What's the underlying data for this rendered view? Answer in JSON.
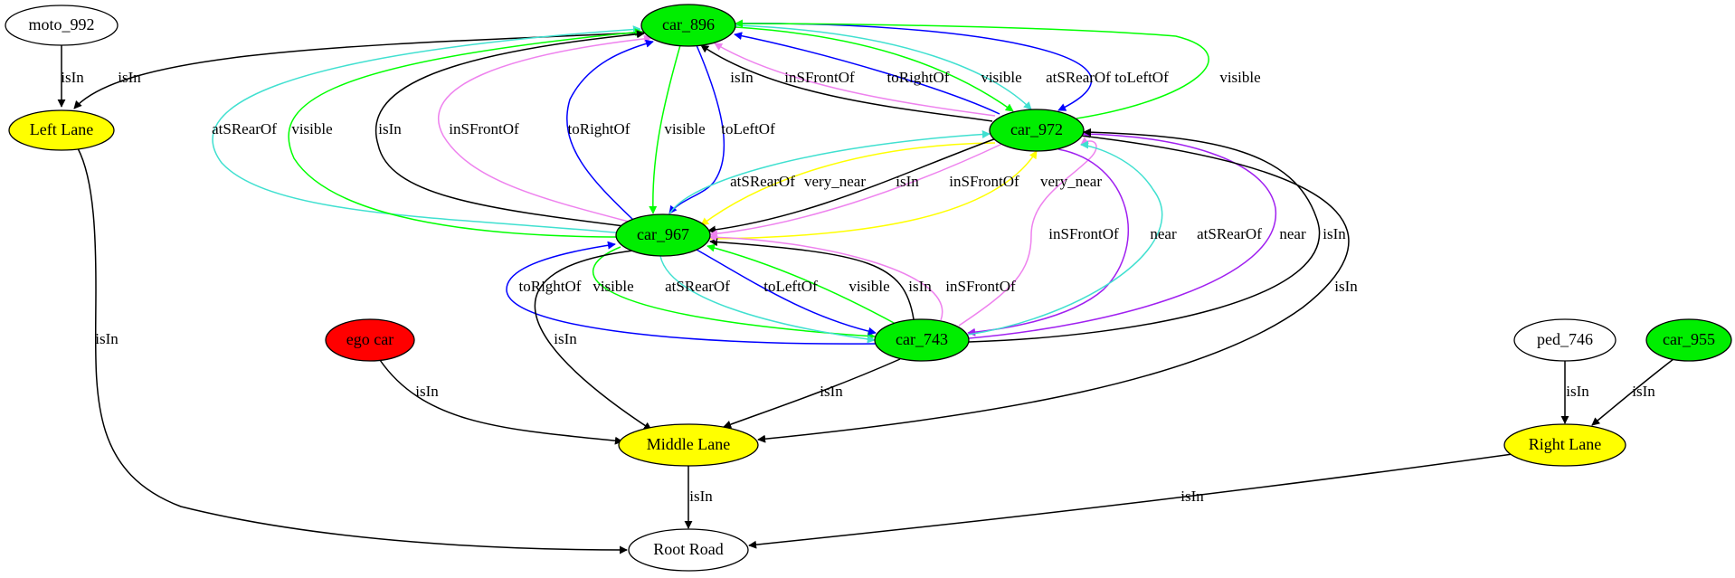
{
  "colors": {
    "green": "#00ee00",
    "yellow": "#ffff00",
    "red": "#ff0000",
    "white": "#ffffff",
    "black": "#000000",
    "turquoise": "#40e0d0",
    "violet": "#ee82ee",
    "blue": "#0000ff",
    "purple": "#a020f0",
    "lime": "#00ff00"
  },
  "nodes": [
    {
      "id": "moto_992",
      "label": "moto_992",
      "fill": "white"
    },
    {
      "id": "left_lane",
      "label": "Left Lane",
      "fill": "yellow"
    },
    {
      "id": "car_896",
      "label": "car_896",
      "fill": "green"
    },
    {
      "id": "car_972",
      "label": "car_972",
      "fill": "green"
    },
    {
      "id": "car_967",
      "label": "car_967",
      "fill": "green"
    },
    {
      "id": "car_743",
      "label": "car_743",
      "fill": "green"
    },
    {
      "id": "ego_car",
      "label": "ego car",
      "fill": "red"
    },
    {
      "id": "middle_lane",
      "label": "Middle Lane",
      "fill": "yellow"
    },
    {
      "id": "ped_746",
      "label": "ped_746",
      "fill": "white"
    },
    {
      "id": "car_955",
      "label": "car_955",
      "fill": "green"
    },
    {
      "id": "right_lane",
      "label": "Right Lane",
      "fill": "yellow"
    },
    {
      "id": "root_road",
      "label": "Root Road",
      "fill": "white"
    }
  ],
  "edges": [
    {
      "id": "e1",
      "from": "moto_992",
      "to": "left_lane",
      "label": "isIn",
      "color": "black"
    },
    {
      "id": "e2",
      "from": "car_896",
      "to": "left_lane",
      "label": "isIn",
      "color": "black"
    },
    {
      "id": "e3",
      "from": "left_lane",
      "to": "root_road",
      "label": "isIn",
      "color": "black"
    },
    {
      "id": "e4",
      "from": "car_967",
      "to": "car_896",
      "label": "atSRearOf",
      "color": "turquoise"
    },
    {
      "id": "e5",
      "from": "car_967",
      "to": "car_896",
      "label": "visible",
      "color": "lime"
    },
    {
      "id": "e6",
      "from": "car_967",
      "to": "car_896",
      "label": "isIn",
      "color": "black"
    },
    {
      "id": "e7",
      "from": "car_967",
      "to": "car_896",
      "label": "inSFrontOf",
      "color": "violet"
    },
    {
      "id": "e8",
      "from": "car_967",
      "to": "car_896",
      "label": "toRightOf",
      "color": "blue"
    },
    {
      "id": "e9",
      "from": "car_896",
      "to": "car_967",
      "label": "visible",
      "color": "lime"
    },
    {
      "id": "e10",
      "from": "car_896",
      "to": "car_967",
      "label": "toLeftOf",
      "color": "blue"
    },
    {
      "id": "e11",
      "from": "car_972",
      "to": "car_896",
      "label": "isIn",
      "color": "black"
    },
    {
      "id": "e12",
      "from": "car_972",
      "to": "car_896",
      "label": "inSFrontOf",
      "color": "violet"
    },
    {
      "id": "e13",
      "from": "car_972",
      "to": "car_896",
      "label": "toRightOf",
      "color": "blue"
    },
    {
      "id": "e14",
      "from": "car_896",
      "to": "car_972",
      "label": "visible",
      "color": "lime"
    },
    {
      "id": "e15",
      "from": "car_896",
      "to": "car_972",
      "label": "atSRearOf",
      "color": "turquoise"
    },
    {
      "id": "e16",
      "from": "car_896",
      "to": "car_972",
      "label": "toLeftOf",
      "color": "blue"
    },
    {
      "id": "e17",
      "from": "car_972",
      "to": "car_896",
      "label": "visible",
      "color": "lime"
    },
    {
      "id": "e18",
      "from": "car_967",
      "to": "car_972",
      "label": "atSRearOf",
      "color": "turquoise"
    },
    {
      "id": "e19",
      "from": "car_972",
      "to": "car_967",
      "label": "very_near",
      "color": "yellow"
    },
    {
      "id": "e20",
      "from": "car_972",
      "to": "car_967",
      "label": "isIn",
      "color": "black"
    },
    {
      "id": "e21",
      "from": "car_972",
      "to": "car_967",
      "label": "inSFrontOf",
      "color": "violet"
    },
    {
      "id": "e22",
      "from": "car_967",
      "to": "car_972",
      "label": "very_near",
      "color": "yellow"
    },
    {
      "id": "e23",
      "from": "car_743",
      "to": "car_972",
      "label": "inSFrontOf",
      "color": "violet"
    },
    {
      "id": "e24",
      "from": "car_972",
      "to": "car_743",
      "label": "near",
      "color": "purple"
    },
    {
      "id": "e25",
      "from": "car_743",
      "to": "car_972",
      "label": "atSRearOf",
      "color": "turquoise"
    },
    {
      "id": "e26",
      "from": "car_743",
      "to": "car_972",
      "label": "near",
      "color": "purple"
    },
    {
      "id": "e27",
      "from": "car_743",
      "to": "car_972",
      "label": "isIn",
      "color": "black"
    },
    {
      "id": "e28",
      "from": "car_972",
      "to": "middle_lane",
      "label": "isIn",
      "color": "black"
    },
    {
      "id": "e29",
      "from": "car_743",
      "to": "car_967",
      "label": "toRightOf",
      "color": "blue"
    },
    {
      "id": "e30",
      "from": "car_967",
      "to": "car_743",
      "label": "visible",
      "color": "lime"
    },
    {
      "id": "e31",
      "from": "car_967",
      "to": "car_743",
      "label": "atSRearOf",
      "color": "turquoise"
    },
    {
      "id": "e32",
      "from": "car_967",
      "to": "car_743",
      "label": "toLeftOf",
      "color": "blue"
    },
    {
      "id": "e33",
      "from": "car_743",
      "to": "car_967",
      "label": "visible",
      "color": "lime"
    },
    {
      "id": "e34",
      "from": "car_743",
      "to": "car_967",
      "label": "isIn",
      "color": "black"
    },
    {
      "id": "e35",
      "from": "car_743",
      "to": "car_967",
      "label": "inSFrontOf",
      "color": "violet"
    },
    {
      "id": "e36",
      "from": "car_967",
      "to": "middle_lane",
      "label": "isIn",
      "color": "black"
    },
    {
      "id": "e37",
      "from": "ego_car",
      "to": "middle_lane",
      "label": "isIn",
      "color": "black"
    },
    {
      "id": "e38",
      "from": "car_743",
      "to": "middle_lane",
      "label": "isIn",
      "color": "black"
    },
    {
      "id": "e39",
      "from": "middle_lane",
      "to": "root_road",
      "label": "isIn",
      "color": "black"
    },
    {
      "id": "e40",
      "from": "ped_746",
      "to": "right_lane",
      "label": "isIn",
      "color": "black"
    },
    {
      "id": "e41",
      "from": "car_955",
      "to": "right_lane",
      "label": "isIn",
      "color": "black"
    },
    {
      "id": "e42",
      "from": "right_lane",
      "to": "root_road",
      "label": "isIn",
      "color": "black"
    }
  ]
}
